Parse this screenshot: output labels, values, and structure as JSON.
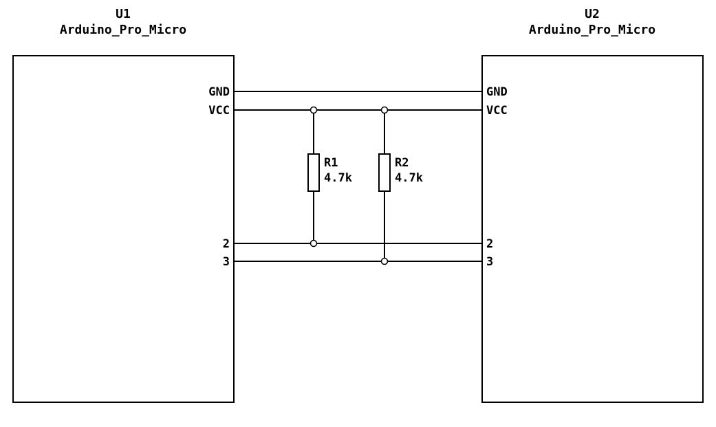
{
  "diagram": {
    "background_color": "#ffffff",
    "wire_color": "#000000",
    "type": "schematic"
  },
  "components": {
    "u1": {
      "reference": "U1",
      "value": "Arduino_Pro_Micro",
      "pins": {
        "gnd": "GND",
        "vcc": "VCC",
        "p2": "2",
        "p3": "3"
      }
    },
    "u2": {
      "reference": "U2",
      "value": "Arduino_Pro_Micro",
      "pins": {
        "gnd": "GND",
        "vcc": "VCC",
        "p2": "2",
        "p3": "3"
      }
    },
    "r1": {
      "reference": "R1",
      "value": "4.7k"
    },
    "r2": {
      "reference": "R2",
      "value": "4.7k"
    }
  }
}
